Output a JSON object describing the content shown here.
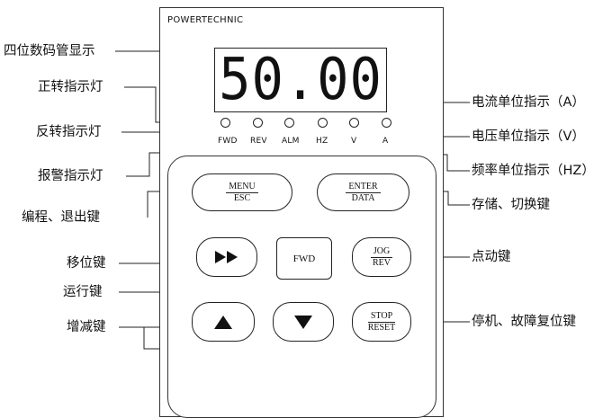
{
  "panel": {
    "brand": "POWERTECHNIC",
    "display_value": "50.00",
    "indicators": [
      {
        "id": "fwd",
        "label": "FWD"
      },
      {
        "id": "rev",
        "label": "REV"
      },
      {
        "id": "alm",
        "label": "ALM"
      },
      {
        "id": "hz",
        "label": "HZ"
      },
      {
        "id": "v",
        "label": "V"
      },
      {
        "id": "a",
        "label": "A"
      }
    ],
    "keys": {
      "menu": {
        "top": "MENU",
        "bottom": "ESC"
      },
      "enter": {
        "top": "ENTER",
        "bottom": "DATA"
      },
      "shift": {
        "icon": "double-right-arrow-icon"
      },
      "fwd": {
        "label": "FWD"
      },
      "jog": {
        "top": "JOG",
        "bottom": "REV"
      },
      "up": {
        "icon": "up-triangle-icon"
      },
      "down": {
        "icon": "down-triangle-icon"
      },
      "stop": {
        "top": "STOP",
        "bottom": "RESET"
      }
    }
  },
  "callouts": {
    "display": "四位数码管显示",
    "forward_led": "正转指示灯",
    "reverse_led": "反转指示灯",
    "alarm_led": "报警指示灯",
    "program_exit_key": "编程、退出键",
    "shift_key": "移位键",
    "run_key": "运行键",
    "inc_dec_key": "增减键",
    "current_unit": "电流单位指示（A）",
    "voltage_unit": "电压单位指示（V）",
    "frequency_unit": "频率单位指示（HZ）",
    "store_switch_key": "存储、切换键",
    "jog_key": "点动键",
    "stop_reset_key": "停机、故障复位键"
  }
}
